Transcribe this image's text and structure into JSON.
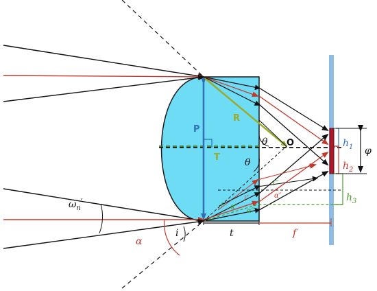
{
  "labels": {
    "P": "P",
    "T": "T",
    "R": "R",
    "O": "O",
    "theta_upper": "θ",
    "theta_lower": "θ",
    "h1": "h",
    "h1_sub": "1",
    "h2": "h",
    "h2_sub": "2",
    "h3": "h",
    "h3_sub": "3",
    "phi": "φ",
    "omega": "ω",
    "omega_sub": "n",
    "omega_prime": "′",
    "alpha": "α",
    "i": "i",
    "t": "t",
    "f": "f",
    "i_prime": "i′",
    "alpha_prime": "α′",
    "i_dprime": "i″",
    "alpha_dprime": "α″",
    "i_tprime": "i‴",
    "alpha_tprime": "α‴"
  },
  "colors": {
    "lens_fill": "#6fdcf5",
    "lens_stroke": "#1a1a1a",
    "ray_black": "#111111",
    "ray_red": "#c0392b",
    "axis_blue": "#2f6fb3",
    "radius_green": "#9aab2b",
    "angle_red": "#c0392b",
    "h_green": "#4a9a2a",
    "sensor_blue": "#8dbbe3",
    "detector_red": "#b0182a"
  }
}
